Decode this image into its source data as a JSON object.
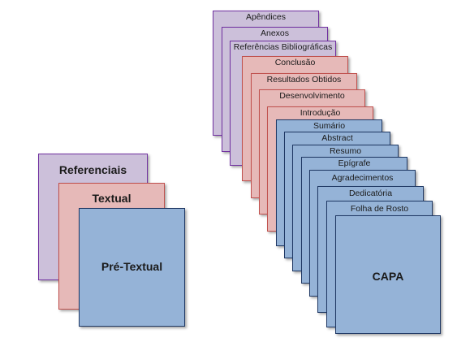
{
  "left_group": {
    "referenciais": "Referenciais",
    "textual": "Textual",
    "pre_textual": "Pré-Textual"
  },
  "right_group": {
    "apendices": "Apêndices",
    "anexos": "Anexos",
    "referencias": "Referências Bibliográficas",
    "conclusao": "Conclusão",
    "resultados": "Resultados Obtidos",
    "desenvolvimento": "Desenvolvimento",
    "introducao": "Introdução",
    "sumario": "Sumário",
    "abstract": "Abstract",
    "resumo": "Resumo",
    "epigrafe": "Epígrafe",
    "agradecimentos": "Agradecimentos",
    "dedicatoria": "Dedicatória",
    "folha_de_rosto": "Folha de Rosto",
    "capa": "CAPA"
  },
  "colors": {
    "pos_textual_fill": "#ccc0da",
    "pos_textual_border": "#7030a0",
    "textual_fill": "#e6b9b8",
    "textual_border": "#c0504d",
    "pre_textual_fill": "#95b3d7",
    "pre_textual_border": "#1f3864"
  }
}
